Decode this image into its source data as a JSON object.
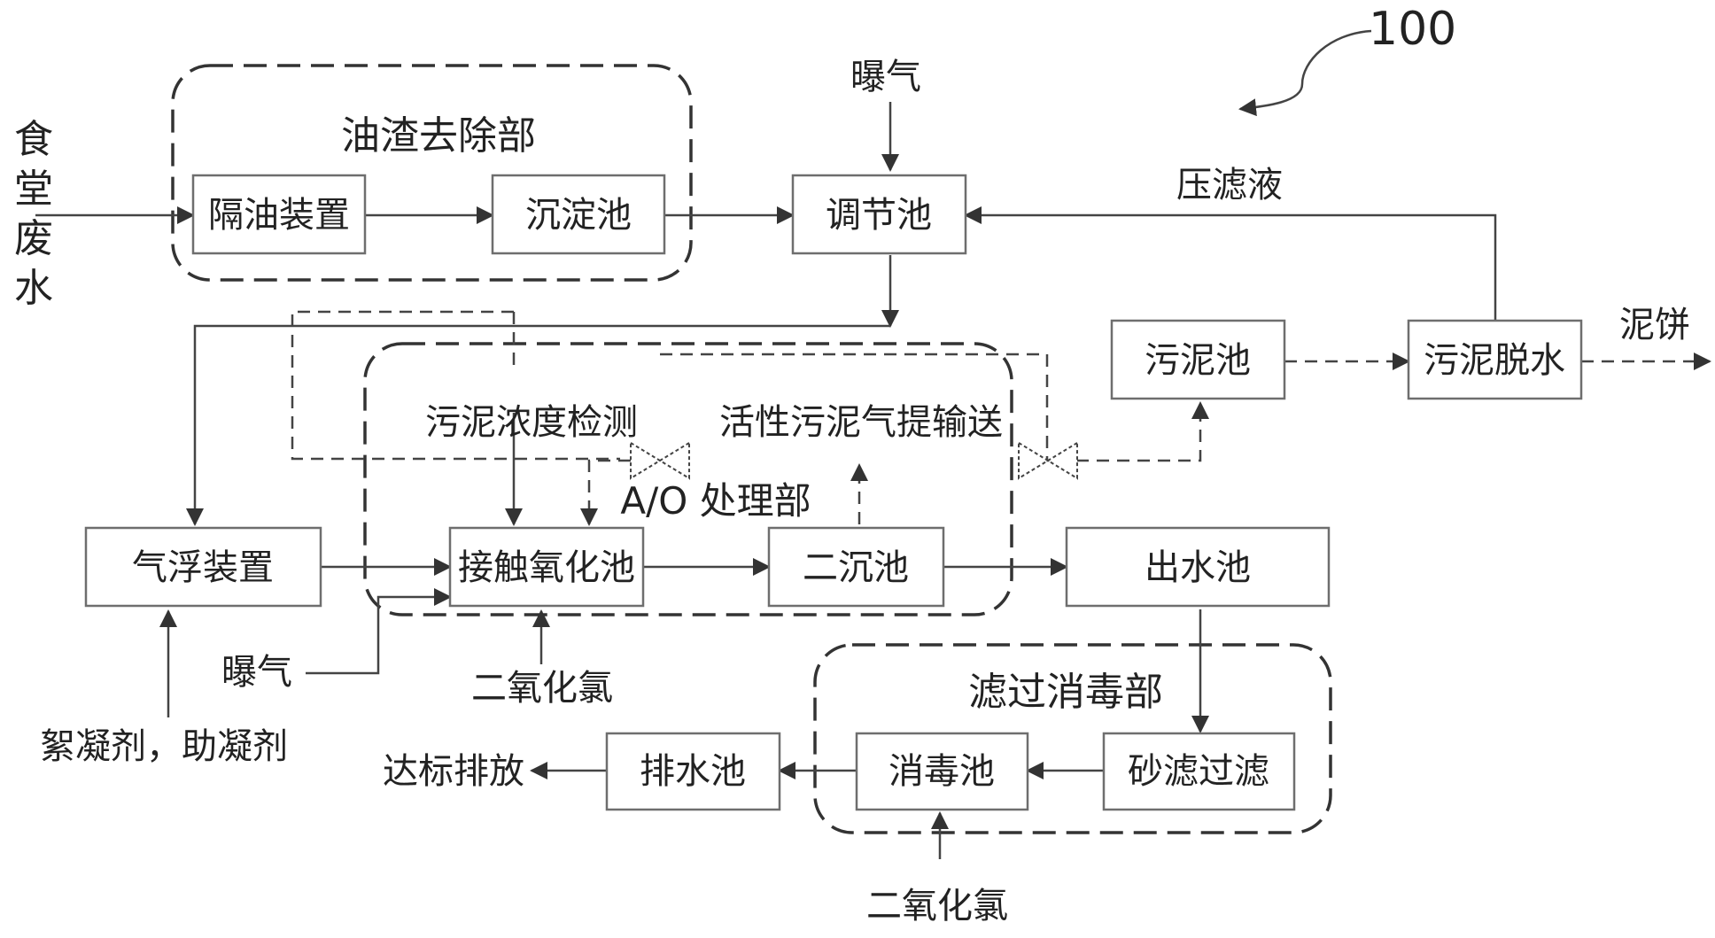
{
  "figure_ref": "100",
  "inputs": {
    "canteen_wastewater": [
      "食",
      "堂",
      "废",
      "水"
    ],
    "aeration_top": "曝气",
    "aeration_bottom": "曝气",
    "flocculant": "絮凝剂，助凝剂",
    "chlorine_dioxide_ao": "二氧化氯",
    "chlorine_dioxide_disinfect": "二氧化氯"
  },
  "groups": {
    "oil_removal": "油渣去除部",
    "ao_treatment": "A/O 处理部",
    "filter_disinfect": "滤过消毒部"
  },
  "boxes": {
    "oil_separator": "隔油装置",
    "sedimentation": "沉淀池",
    "regulating": "调节池",
    "air_flotation": "气浮装置",
    "contact_oxidation": "接触氧化池",
    "secondary_settling": "二沉池",
    "effluent_tank": "出水池",
    "sludge_tank": "污泥池",
    "sludge_dewater": "污泥脱水",
    "sand_filter": "砂滤过滤",
    "disinfection": "消毒池",
    "drain_tank": "排水池"
  },
  "labels": {
    "filtrate": "压滤液",
    "sludge_cake": "泥饼",
    "sludge_detect": "污泥浓度检测",
    "sludge_airlift": "活性污泥气提输送",
    "discharge": "达标排放"
  }
}
